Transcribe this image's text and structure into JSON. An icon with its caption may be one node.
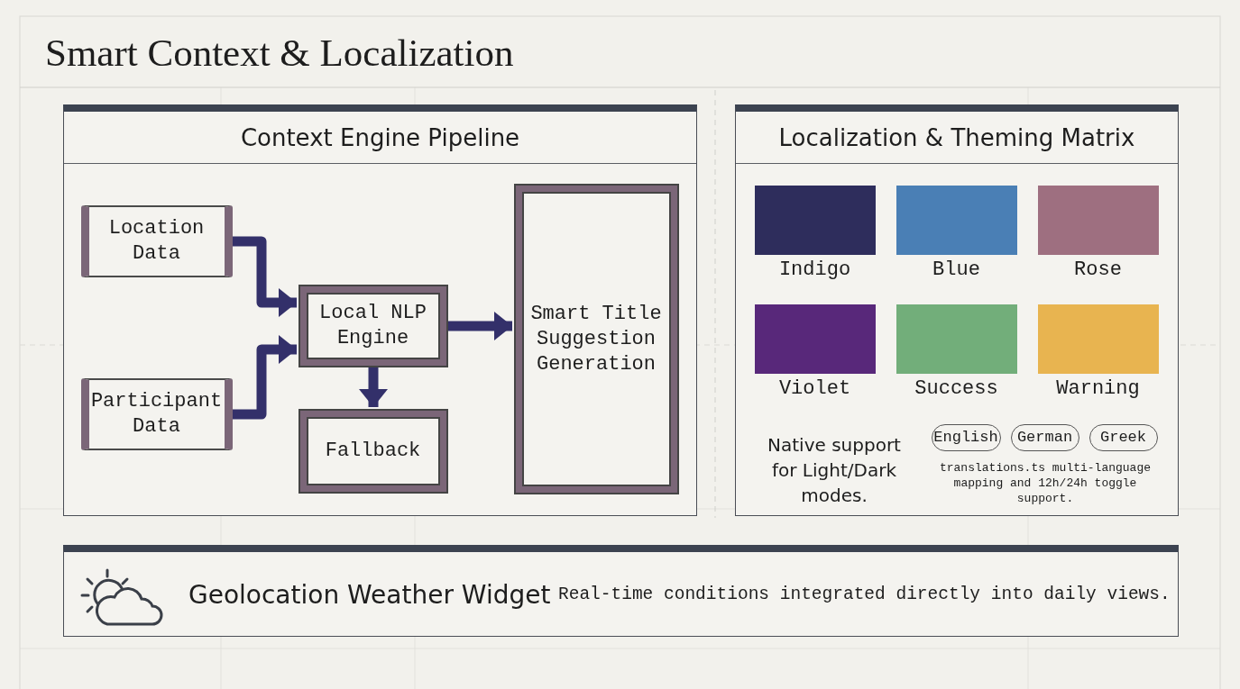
{
  "diagram": {
    "title": "Smart Context & Localization",
    "nodes": [
      {
        "text": [
          "Context Engine Pipeline"
        ]
      },
      {
        "text": [
          "Location Data"
        ],
        "in": 0
      },
      {
        "text": [
          "Participant Data"
        ],
        "in": 0
      },
      {
        "text": [
          "Local NLP Engine"
        ],
        "in": 0
      },
      {
        "text": [
          "Fallback"
        ],
        "in": 0
      },
      {
        "text": [
          "Smart Title Suggestion Generation"
        ],
        "in": 0
      },
      {
        "text": [
          "Localization & Theming Matrix"
        ]
      },
      {
        "text": [
          "Geolocation Weather Widget",
          "Real-time conditions integrated directly into daily views."
        ]
      },
      {
        "text": [
          "English"
        ],
        "in": 6
      },
      {
        "text": [
          "German"
        ],
        "in": 6
      },
      {
        "text": [
          "Greek"
        ],
        "in": 6
      }
    ],
    "edges": [
      {
        "from": 1,
        "to": 3,
        "arrow": "to"
      },
      {
        "from": 2,
        "to": 3,
        "arrow": "to"
      },
      {
        "from": 3,
        "to": 5,
        "arrow": "to"
      },
      {
        "from": 3,
        "to": 4,
        "arrow": "to"
      }
    ],
    "labels": [
      "Native support for Light/Dark modes.",
      "translations.ts multi-language mapping and 12h/24h toggle support."
    ],
    "legend": [
      {
        "text": "Indigo",
        "color": "#2e2d5c"
      },
      {
        "text": "Blue",
        "color": "#4a7fb5"
      },
      {
        "text": "Rose",
        "color": "#9e6f80"
      },
      {
        "text": "Violet",
        "color": "#58287a"
      },
      {
        "text": "Success",
        "color": "#72ae7a"
      },
      {
        "text": "Warning",
        "color": "#e8b450"
      }
    ]
  }
}
